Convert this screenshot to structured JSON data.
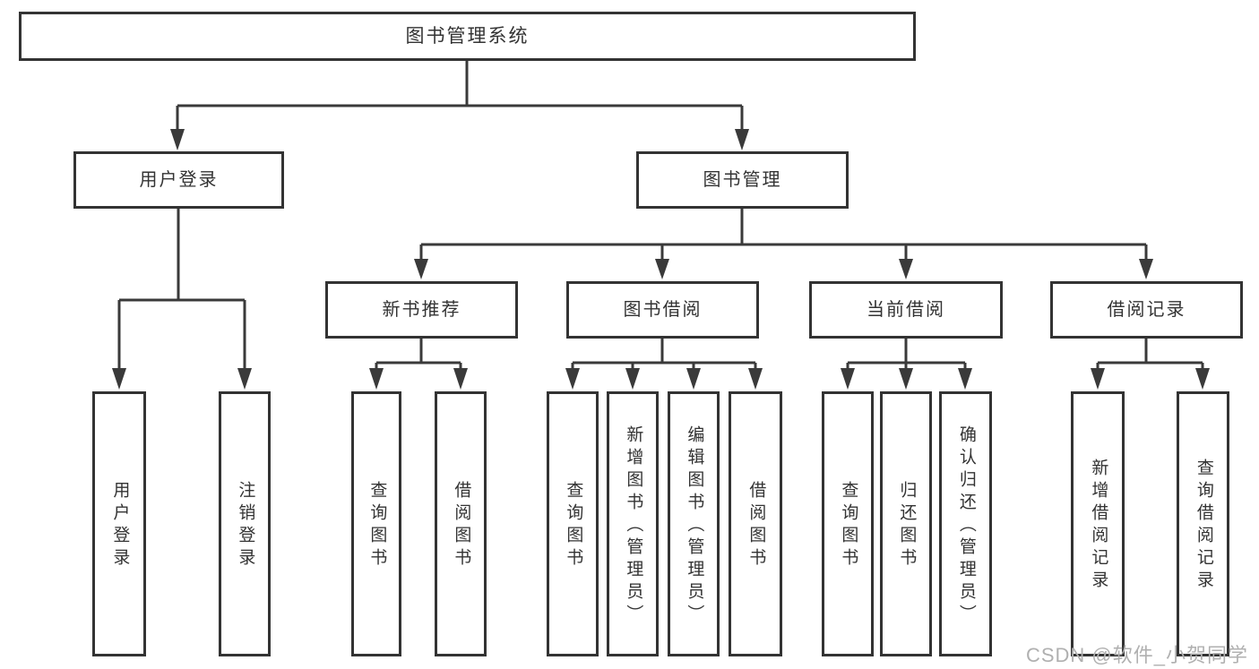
{
  "tree": {
    "root": "图书管理系统",
    "branches": [
      {
        "label": "用户登录",
        "children": [
          "用户登录",
          "注销登录"
        ]
      },
      {
        "label": "图书管理",
        "children": [
          {
            "label": "新书推荐",
            "children": [
              "查询图书",
              "借阅图书"
            ]
          },
          {
            "label": "图书借阅",
            "children": [
              "查询图书",
              "新增图书（管理员）",
              "编辑图书（管理员）",
              "借阅图书"
            ]
          },
          {
            "label": "当前借阅",
            "children": [
              "查询图书",
              "归还图书",
              "确认归还（管理员）"
            ]
          },
          {
            "label": "借阅记录",
            "children": [
              "新增借阅记录",
              "查询借阅记录"
            ]
          }
        ]
      }
    ]
  },
  "watermark": {
    "text": "CSDN @软件_小贺同学"
  },
  "colors": {
    "line": "#3a3a3a",
    "box_border": "#333333",
    "text": "#333333",
    "watermark": "#b0b0b0",
    "background": "#ffffff"
  }
}
